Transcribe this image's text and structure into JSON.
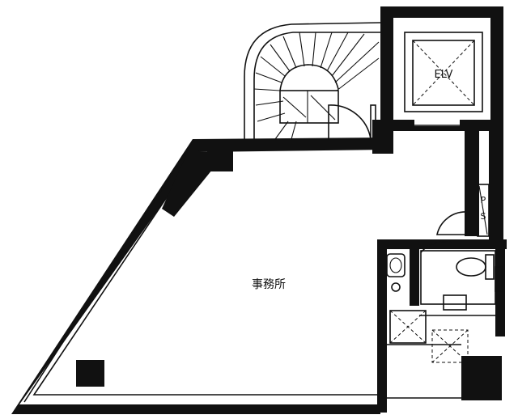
{
  "rooms": {
    "office": "事務所",
    "elevator": "ELV",
    "pipe_shaft": [
      "P",
      "S"
    ]
  },
  "colors": {
    "wall": "#111111",
    "background": "#ffffff"
  }
}
